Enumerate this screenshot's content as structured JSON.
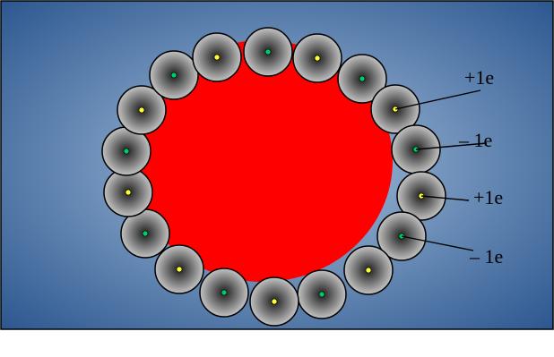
{
  "diagram": {
    "colors": {
      "background_center": "#a9c3df",
      "background_edge": "#24508a",
      "frame": "#000000",
      "core": "#ff0000",
      "bead_light": "#d4d4d4",
      "bead_dark": "#1c1c1c",
      "bead_outline": "#000000",
      "charge_positive_dot": "#00cc66",
      "charge_negative_dot": "#ffff33",
      "label_color": "#000000"
    },
    "bead_count": 18,
    "bead_charges": [
      "positive",
      "negative",
      "positive",
      "negative",
      "positive",
      "negative",
      "positive",
      "negative",
      "positive",
      "negative",
      "positive",
      "negative",
      "positive",
      "negative",
      "positive",
      "negative",
      "positive",
      "negative"
    ],
    "labels": [
      {
        "text": "+1e"
      },
      {
        "text": "– 1e"
      },
      {
        "text": "+1e"
      },
      {
        "text": "– 1e"
      }
    ]
  }
}
